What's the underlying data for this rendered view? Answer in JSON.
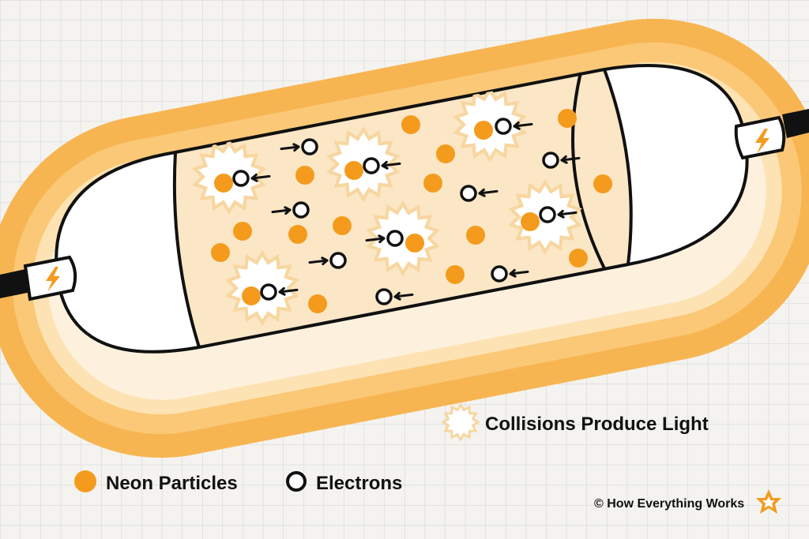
{
  "legend": {
    "collisions_label": "Collisions Produce Light",
    "neon_label": "Neon Particles",
    "electrons_label": "Electrons"
  },
  "credit": {
    "text": "© How Everything Works",
    "logo_icon": "star-burst-logo-icon"
  },
  "colors": {
    "background": "#f4f3ef",
    "grid": "#cfd3d6",
    "glow_outer": "#f7b552",
    "glow_mid": "#fbc877",
    "glow_inner": "#fde3b3",
    "tube_gas": "#fbe7c6",
    "neon": "#f49b1e",
    "flash": "#ffffff",
    "flash_edge": "#f7d6a0",
    "stroke": "#111111",
    "electrode_bolt": "#f49b1e"
  },
  "icons": {
    "electrode_left": "lightning-bolt-icon",
    "electrode_right": "lightning-bolt-icon",
    "electron": "electron-ring-icon",
    "neon": "neon-dot-icon",
    "collision": "starburst-icon"
  }
}
